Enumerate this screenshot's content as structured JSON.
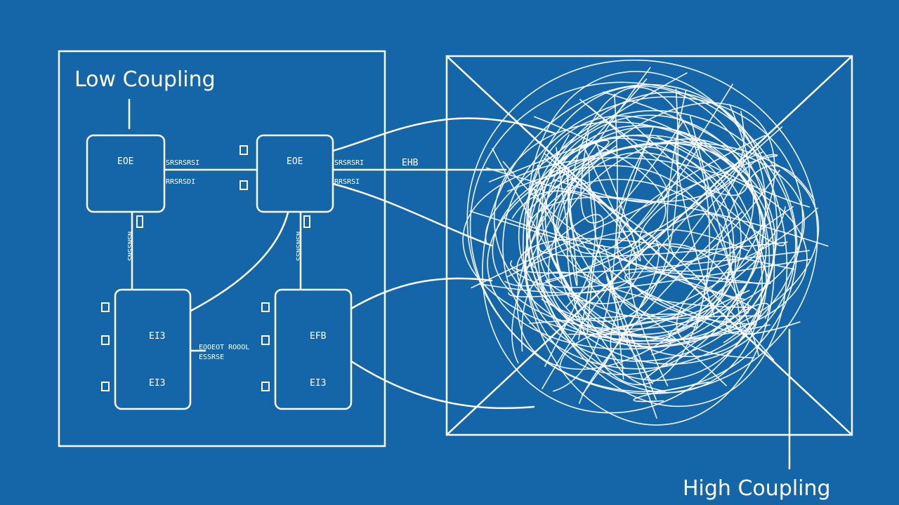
{
  "low_panel": {
    "title": "Low Coupling",
    "modules": {
      "top_left": "EOE",
      "top_right": "EOE",
      "bottom_left_a": "EI3",
      "bottom_left_b": "EI3",
      "bottom_right_a": "EFB",
      "bottom_right_b": "EI3"
    },
    "connector_labels": {
      "top_upper": "SRSRSRSI",
      "top_lower": "RRSRSDI",
      "right_upper": "SRSRSRI",
      "right_lower": "RRSRSI",
      "bottom_upper": "EOOEOT ROOOL",
      "bottom_lower": "ESSRSE",
      "left_vertical": "NSNSSNS",
      "right_vertical": "NSNSNSS"
    }
  },
  "bridge_label": "EHB",
  "high_panel": {
    "title": "High Coupling"
  },
  "colors": {
    "background": "#1466a8",
    "line": "#ffffff"
  }
}
